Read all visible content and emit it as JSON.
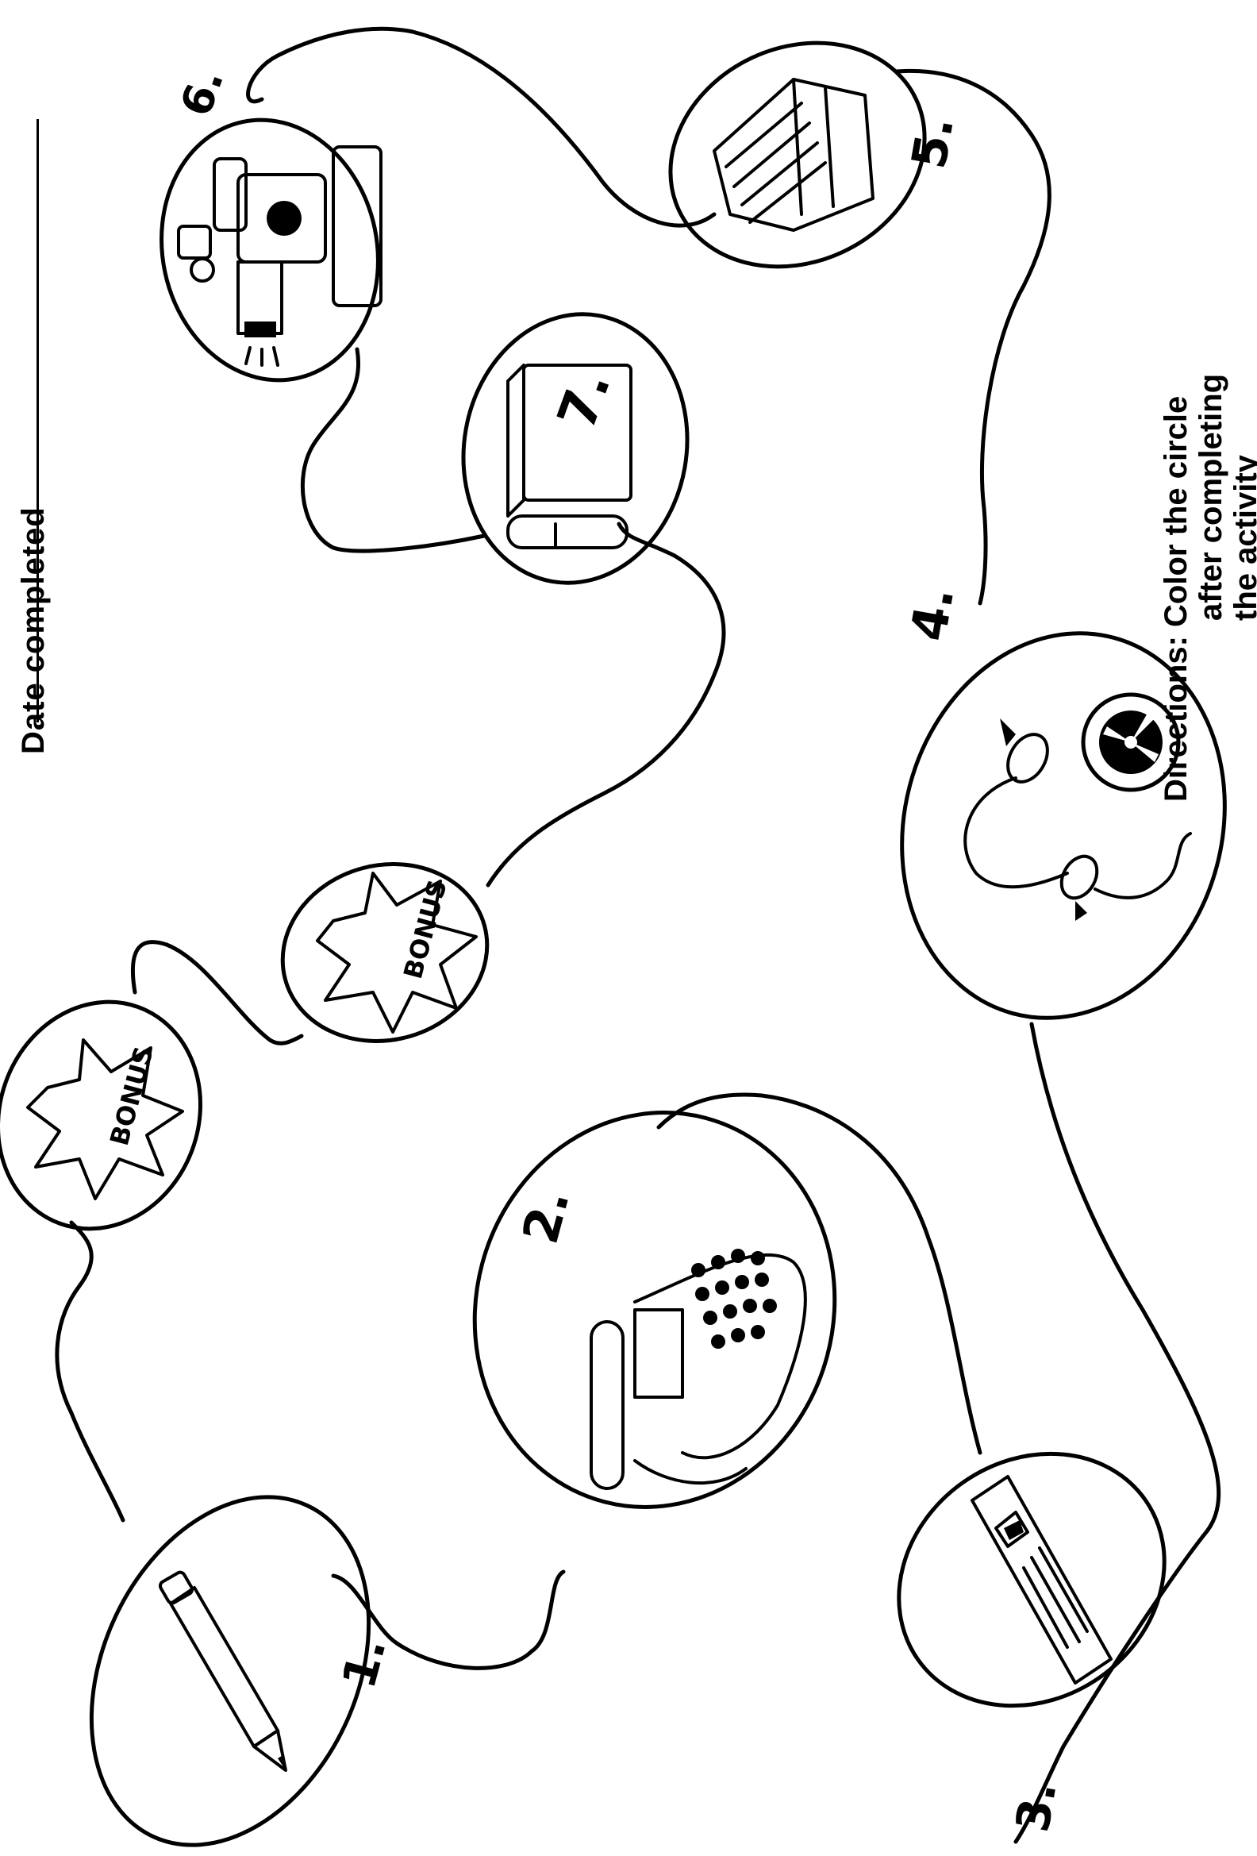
{
  "header": {
    "date_label": "Date completed"
  },
  "directions": {
    "line1": "Directions: Color the circle",
    "line2": "after completing",
    "line3": "the activity"
  },
  "stations": [
    {
      "number": "1.",
      "icon": "pencil-icon"
    },
    {
      "number": "2.",
      "icon": "typewriter-icon"
    },
    {
      "number": "3.",
      "icon": "envelope-icon"
    },
    {
      "number": "4.",
      "icon": "headphones-reel-icon"
    },
    {
      "number": "5.",
      "icon": "stack-of-books-icon"
    },
    {
      "number": "6.",
      "icon": "projector-icon"
    },
    {
      "number": "7.",
      "icon": "book-icon"
    }
  ],
  "bonus": [
    {
      "label": "BONUS"
    },
    {
      "label": "BONUS"
    }
  ]
}
